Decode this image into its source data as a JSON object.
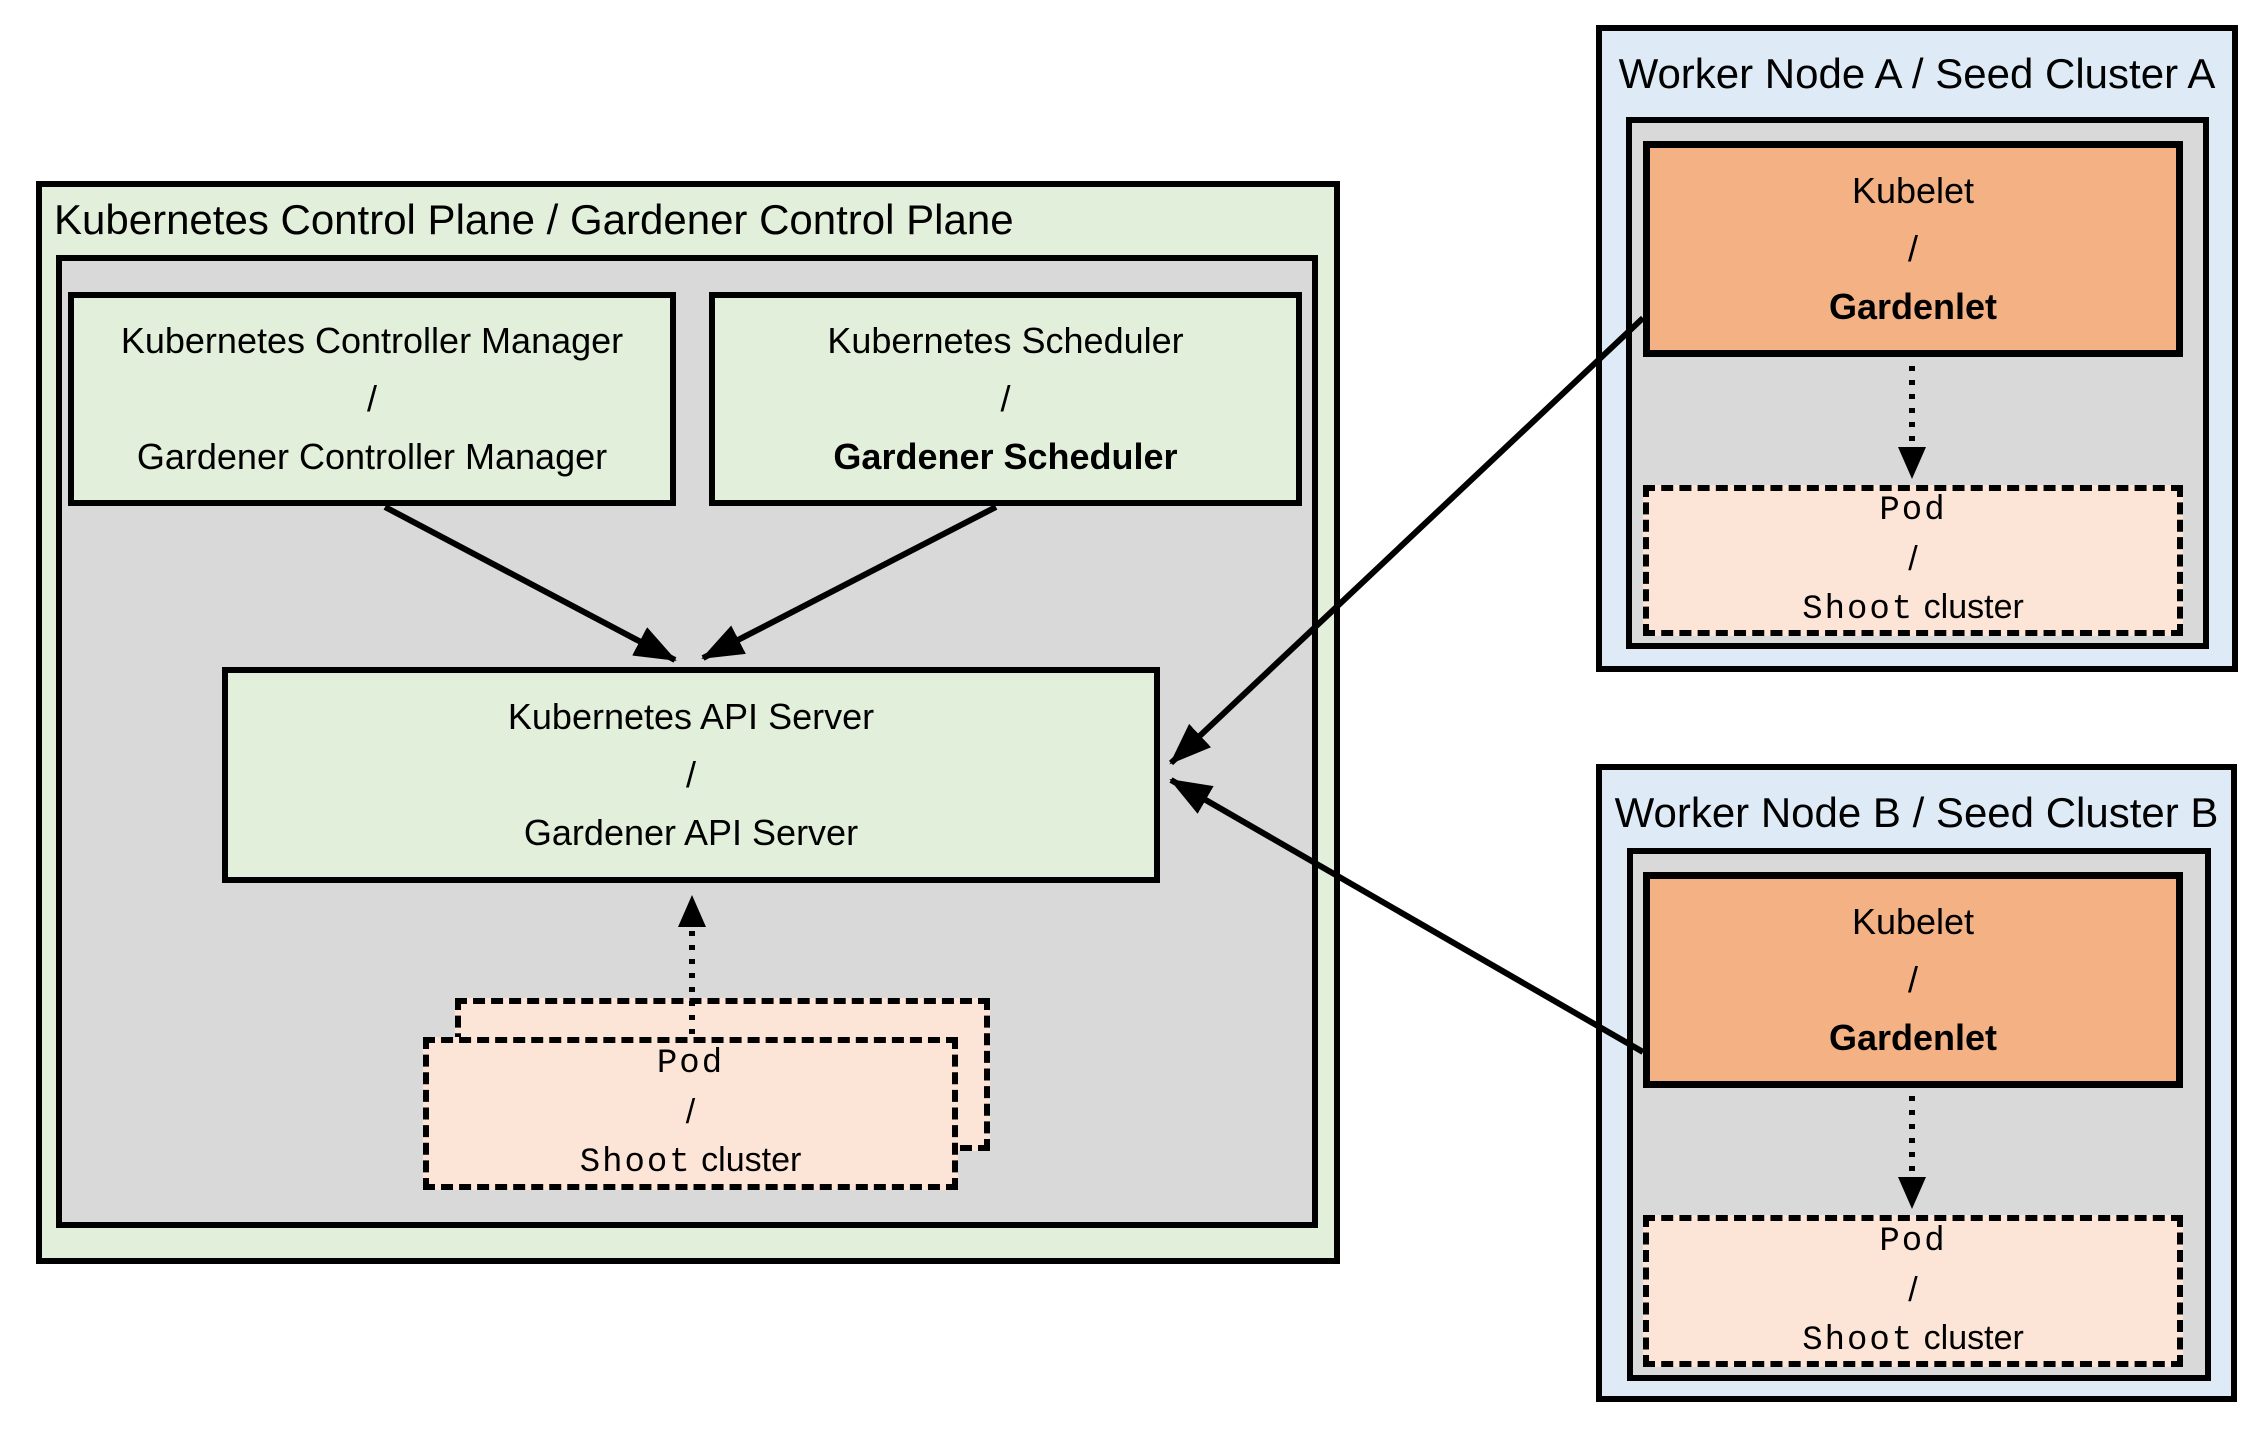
{
  "colors": {
    "light_green": "#e2efda",
    "gray_panel": "#d9d9d9",
    "light_blue": "#deebf7",
    "orange_kubelet": "#f4b183",
    "peach_pod": "#fce4d6",
    "line_black": "#000000"
  },
  "control_plane": {
    "title": "Kubernetes Control Plane / Gardener Control Plane",
    "controller_manager": {
      "top": "Kubernetes Controller Manager",
      "slash": "/",
      "bottom": "Gardener Controller Manager"
    },
    "scheduler": {
      "top": "Kubernetes Scheduler",
      "slash": "/",
      "bottom": "Gardener Scheduler"
    },
    "api_server": {
      "top": "Kubernetes API Server",
      "slash": "/",
      "bottom": "Gardener API Server"
    },
    "pod_stack": {
      "top": "Pod",
      "slash": "/",
      "bottom_mono": "Shoot",
      "bottom_sans": "cluster"
    }
  },
  "worker_node_a": {
    "title": "Worker Node A / Seed Cluster A",
    "kubelet": {
      "top": "Kubelet",
      "slash": "/",
      "bottom": "Gardenlet"
    },
    "pod": {
      "top": "Pod",
      "slash": "/",
      "bottom_mono": "Shoot",
      "bottom_sans": "cluster"
    }
  },
  "worker_node_b": {
    "title": "Worker Node B / Seed Cluster B",
    "kubelet": {
      "top": "Kubelet",
      "slash": "/",
      "bottom": "Gardenlet"
    },
    "pod": {
      "top": "Pod",
      "slash": "/",
      "bottom_mono": "Shoot",
      "bottom_sans": "cluster"
    }
  }
}
